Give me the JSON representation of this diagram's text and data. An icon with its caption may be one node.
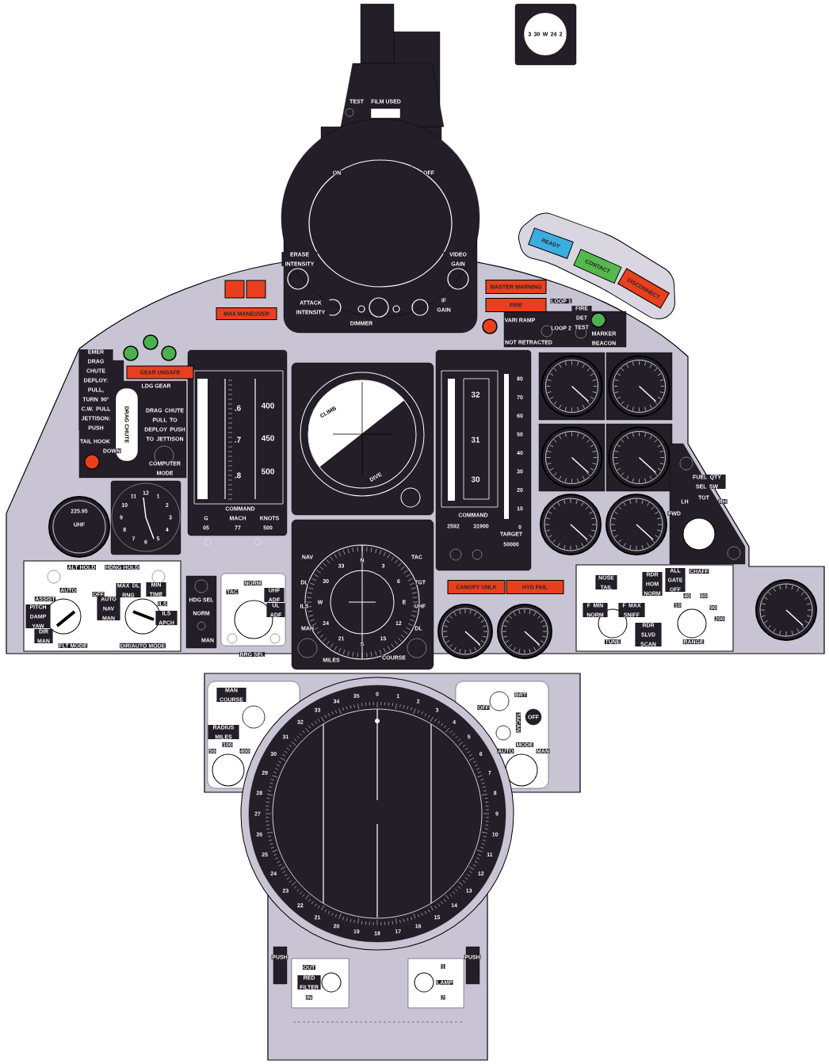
{
  "diagram": {
    "nodes": [
      {
        "text": [
          "READY"
        ]
      },
      {
        "text": [
          "CONTACT"
        ]
      },
      {
        "text": [
          "DISCONNECT"
        ]
      },
      {
        "text": [],
        "shape": "box"
      },
      {
        "text": [],
        "shape": "box"
      },
      {
        "text": [
          "MASTER WARNING"
        ]
      },
      {
        "text": [
          "FIRE"
        ]
      },
      {
        "text": [
          "MAX MANEUVER"
        ]
      },
      {
        "text": [
          "GEAR UNSAFE"
        ]
      },
      {
        "text": [
          "CANOPY UNLK"
        ]
      },
      {
        "text": [
          "HYD FAIL"
        ]
      }
    ],
    "labels": [
      "3 30 W 24 2",
      "TEST",
      "FILM USED",
      "ON",
      "OFF",
      "ERASE INTENSITY",
      "VIDEO GAIN",
      "ATTACK INTENSITY",
      "DIMMER",
      "IF GAIN",
      "VARI RAMP",
      "LOOP 1",
      "FIRE DET TEST",
      "LOOP 2",
      "NOT RETRACTED",
      "MARKER BEACON",
      "EMER DRAG CHUTE DEPLOY: PULL, TURN 90° C.W. PULL JETTISON: PUSH",
      "LDG GEAR",
      "DRAG CHUTE",
      "DRAG CHUTE PULL TO DEPLOY PUSH TO JETTISON",
      "TAIL HOOK",
      "DOWN",
      "COMPUTER MODE",
      "225.95",
      "UHF",
      "12",
      "1",
      "2",
      "3",
      "4",
      "5",
      "6",
      "7",
      "8",
      "9",
      "10",
      "11",
      ".6",
      ".7",
      ".8",
      "400",
      "450",
      "500",
      "COMMAND",
      "G",
      "MACH",
      "KNOTS",
      "05",
      "77",
      "500",
      "CLIMB",
      "DIVE",
      "NAV",
      "TAC",
      "DL",
      "TGT",
      "ILS",
      "UHF",
      "MAN",
      "DL",
      "MILES",
      "COURSE",
      "N",
      "3",
      "6",
      "E",
      "12",
      "15",
      "S",
      "21",
      "24",
      "W",
      "30",
      "33",
      "32",
      "31",
      "30",
      "80",
      "70",
      "60",
      "50",
      "40",
      "30",
      "20",
      "10",
      "0",
      "COMMAND",
      "2592",
      "31900",
      "TARGET",
      "50000",
      "FUEL QTY SEL SW",
      "FWD",
      "LH",
      "TOT",
      "RH",
      "ALT HOLD",
      "HDNG HOLD",
      "AUTO",
      "ASSIST",
      "PITCH DAMP YAW",
      "DIR MAN",
      "FLT MODE",
      "OFF",
      "MAX DL RNG",
      "MIN TIME",
      "AUTO NAV MAN",
      "ILS",
      "ILS APCH",
      "DIR/AUTO MODE",
      "HDG SEL",
      "NORM",
      "MAN",
      "TAC",
      "NORM",
      "UHF ADF",
      "UL ADF",
      "BRG SEL",
      "NOSE TAIL",
      "RDR HOM NORM",
      "ALL GATE OFF",
      "CHAFF",
      "F MIN NORM",
      "F MAX SNIFF",
      "TUNE",
      "RDR SLVD SCAN",
      "10",
      "40",
      "60",
      "90",
      "200",
      "RANGE",
      "MAN COURSE",
      "RADIUS MILES",
      "50",
      "100",
      "400",
      "OFF",
      "BRT",
      "TACAN",
      "OFF",
      "AUTO",
      "MODE",
      "MAN",
      "35",
      "0",
      "1",
      "34",
      "2",
      "33",
      "3",
      "32",
      "4",
      "31",
      "5",
      "30",
      "6",
      "29",
      "7",
      "28",
      "8",
      "27",
      "9",
      "26",
      "10",
      "25",
      "11",
      "24",
      "12",
      "23",
      "13",
      "22",
      "14",
      "21",
      "15",
      "20",
      "16",
      "19",
      "18",
      "17",
      "PUSH",
      "OUT",
      "RED FILTER",
      "IN",
      "1",
      "LAMP",
      "2",
      "PUSH"
    ]
  }
}
